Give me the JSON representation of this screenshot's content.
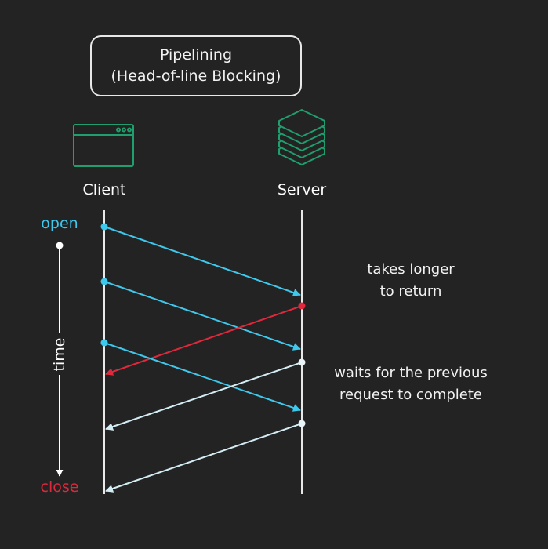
{
  "title": {
    "line1": "Pipelining",
    "line2": "(Head-of-line Blocking)"
  },
  "actors": {
    "client": "Client",
    "server": "Server"
  },
  "axis": {
    "open": "open",
    "time": "time",
    "close": "close"
  },
  "notes": {
    "slow": [
      "takes longer",
      "to return"
    ],
    "wait": [
      "waits for the previous",
      "request to complete"
    ]
  },
  "colors": {
    "background": "#232323",
    "request": "#3ec8ec",
    "slow_response": "#e0283c",
    "response": "#d4ecf4",
    "icon": "#1f9e6e",
    "open_label": "#3ec8ec",
    "close_label": "#e0283c"
  },
  "icons": {
    "client": "browser-window-icon",
    "server": "server-stack-icon"
  },
  "messages": [
    {
      "kind": "request",
      "from": "client",
      "to": "server",
      "order": 1
    },
    {
      "kind": "request",
      "from": "client",
      "to": "server",
      "order": 2
    },
    {
      "kind": "slow_response",
      "from": "server",
      "to": "client",
      "order": 1
    },
    {
      "kind": "request",
      "from": "client",
      "to": "server",
      "order": 3
    },
    {
      "kind": "response",
      "from": "server",
      "to": "client",
      "order": 2
    },
    {
      "kind": "response",
      "from": "server",
      "to": "client",
      "order": 3
    }
  ]
}
